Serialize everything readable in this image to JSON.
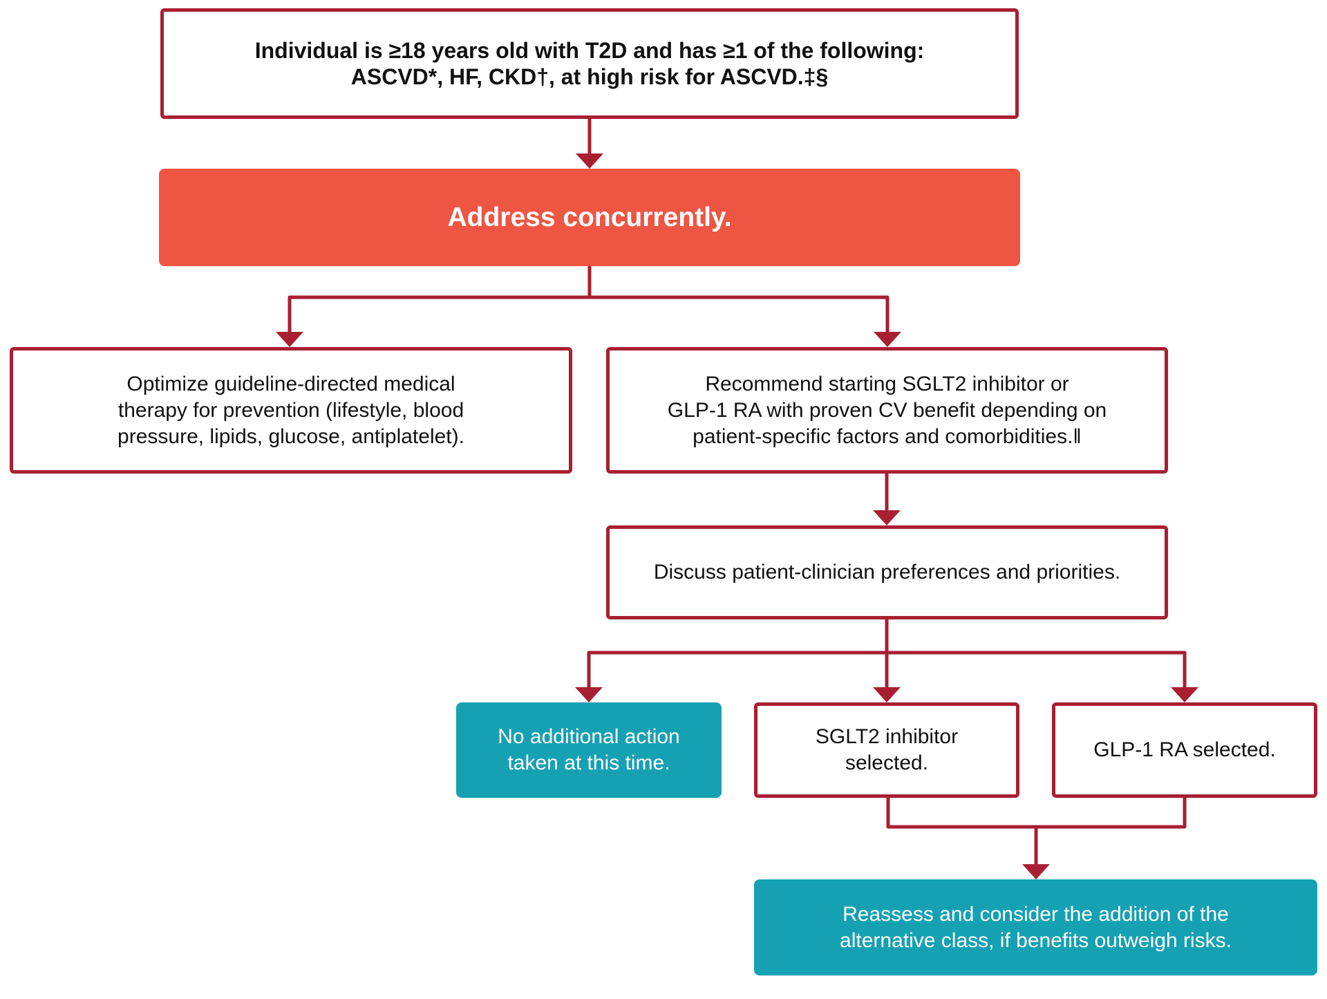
{
  "colors": {
    "outline": "#a81f32",
    "connector": "#a81f32",
    "emphasis_fill": "#ee5643",
    "outcome_fill": "#16a1b3",
    "text": "#111111",
    "text_on_fill": "#ffffff"
  },
  "nodes": {
    "start": {
      "line1": "Individual is ≥18 years old with T2D and has ≥1 of the following:",
      "line2": "ASCVD*, HF, CKD†, at high risk for ASCVD.‡§"
    },
    "address": {
      "line1": "Address concurrently."
    },
    "optimize": {
      "line1": "Optimize guideline-directed medical",
      "line2": "therapy for prevention (lifestyle, blood",
      "line3": "pressure, lipids, glucose, antiplatelet)."
    },
    "recommend": {
      "line1": "Recommend starting SGLT2 inhibitor or",
      "line2": "GLP-1 RA with proven CV benefit depending on",
      "line3": "patient-specific factors and comorbidities.ǁ"
    },
    "discuss": {
      "line1": "Discuss patient-clinician preferences and priorities."
    },
    "no_action": {
      "line1": "No additional action",
      "line2": "taken at this time."
    },
    "sglt2": {
      "line1": "SGLT2 inhibitor",
      "line2": "selected."
    },
    "glp1": {
      "line1": "GLP-1 RA selected."
    },
    "reassess": {
      "line1": "Reassess and consider the addition of the",
      "line2": "alternative class, if benefits outweigh risks."
    }
  },
  "edges": [
    {
      "from": "start",
      "to": "address"
    },
    {
      "from": "address",
      "to": "optimize"
    },
    {
      "from": "address",
      "to": "recommend"
    },
    {
      "from": "recommend",
      "to": "discuss"
    },
    {
      "from": "discuss",
      "to": "no_action"
    },
    {
      "from": "discuss",
      "to": "sglt2"
    },
    {
      "from": "discuss",
      "to": "glp1"
    },
    {
      "from": "sglt2",
      "to": "reassess"
    },
    {
      "from": "glp1",
      "to": "reassess"
    }
  ]
}
